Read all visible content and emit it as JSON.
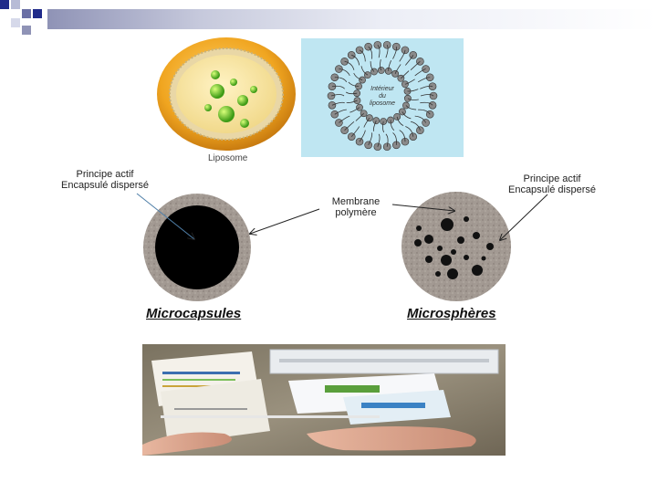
{
  "top": {
    "liposome_caption": "Liposome",
    "micelle_inner_text": "Intérieur du liposome"
  },
  "middle": {
    "left_label_line1": "Principe actif",
    "left_label_line2": "Encapsulé dispersé",
    "right_label_line1": "Principe actif",
    "right_label_line2": "Encapsulé dispersé",
    "membrane_line1": "Membrane",
    "membrane_line2": "polymère",
    "microcapsules_title": "Microcapsules",
    "microspheres_title": "Microsphères"
  },
  "colors": {
    "banner_dark": "#1f2a8a",
    "banner_mid": "#8f93b6",
    "arrow": "#222222",
    "capsule_core": "#000000",
    "shell_texture": "#a39a93"
  }
}
